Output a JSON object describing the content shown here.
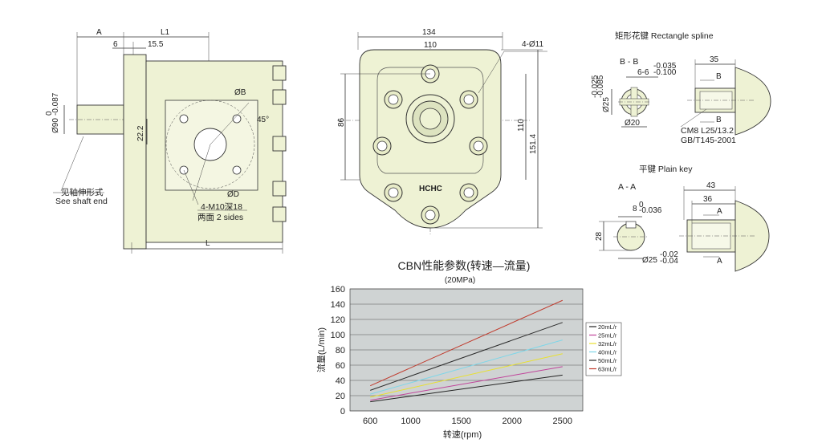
{
  "side_view": {
    "dims": {
      "A": "A",
      "L1": "L1",
      "six": "6",
      "fifteen_five": "15.5",
      "L": "L",
      "phi90": "Ø90",
      "phi90_tol_top": "0",
      "phi90_tol_bot": "-0.087",
      "twenty_two_two": "22.2",
      "phiB": "ØB",
      "phiD": "ØD",
      "angle": "45°"
    },
    "note_shaft_cn": "见轴伸形式",
    "note_shaft_en": "See shaft end",
    "note_thread": "4-M10深18",
    "note_sides": "两面 2 sides"
  },
  "front_view": {
    "dims": {
      "w134": "134",
      "w110": "110",
      "h86": "86",
      "h110": "110",
      "h151": "151.4",
      "holes": "4-Ø11"
    },
    "brand": "HCHC"
  },
  "spline": {
    "title": "矩形花键  Rectangle spline",
    "section": "B - B",
    "spec": "6-6",
    "spec_tol_top": "-0.035",
    "spec_tol_bot": "-0.100",
    "phi25": "Ø25",
    "phi25_tol_top": "-0.025",
    "phi25_tol_bot": "-0.085",
    "phi20": "Ø20",
    "len": "35",
    "markB_top": "B",
    "markB_bot": "B",
    "std1": "CM8 L25/13.2",
    "std2": "GB/T145-2001"
  },
  "key": {
    "title": "平键  Plain key",
    "section": "A - A",
    "width": "8",
    "width_tol_top": "0",
    "width_tol_bot": "-0.036",
    "height": "28",
    "phi25": "Ø25",
    "phi25_tol_top": "-0.02",
    "phi25_tol_bot": "-0.04",
    "len43": "43",
    "len36": "36",
    "markA_top": "A",
    "markA_bot": "A"
  },
  "chart_data": {
    "type": "line",
    "title": "CBN性能参数(转速—流量)",
    "subtitle": "(20MPa)",
    "xlabel": "转速(rpm)",
    "ylabel": "流量(L/min)",
    "xlim": [
      400,
      2700
    ],
    "ylim": [
      0,
      160
    ],
    "xticks": [
      600,
      1000,
      1500,
      2000,
      2500
    ],
    "yticks": [
      0,
      20,
      40,
      60,
      80,
      100,
      120,
      140,
      160
    ],
    "grid": true,
    "legend_position": "right",
    "series": [
      {
        "name": "20mL/r",
        "color": "#222222",
        "x": [
          600,
          2500
        ],
        "y": [
          12,
          47
        ]
      },
      {
        "name": "25mL/r",
        "color": "#c0449a",
        "x": [
          600,
          2500
        ],
        "y": [
          14,
          58
        ]
      },
      {
        "name": "32mL/r",
        "color": "#e8e030",
        "x": [
          600,
          2500
        ],
        "y": [
          18,
          75
        ]
      },
      {
        "name": "40mL/r",
        "color": "#7fd6e8",
        "x": [
          600,
          2500
        ],
        "y": [
          22,
          93
        ]
      },
      {
        "name": "50mL/r",
        "color": "#2a2a2a",
        "x": [
          600,
          2500
        ],
        "y": [
          27,
          116
        ]
      },
      {
        "name": "63mL/r",
        "color": "#c0392b",
        "x": [
          600,
          2500
        ],
        "y": [
          33,
          145
        ]
      }
    ]
  }
}
